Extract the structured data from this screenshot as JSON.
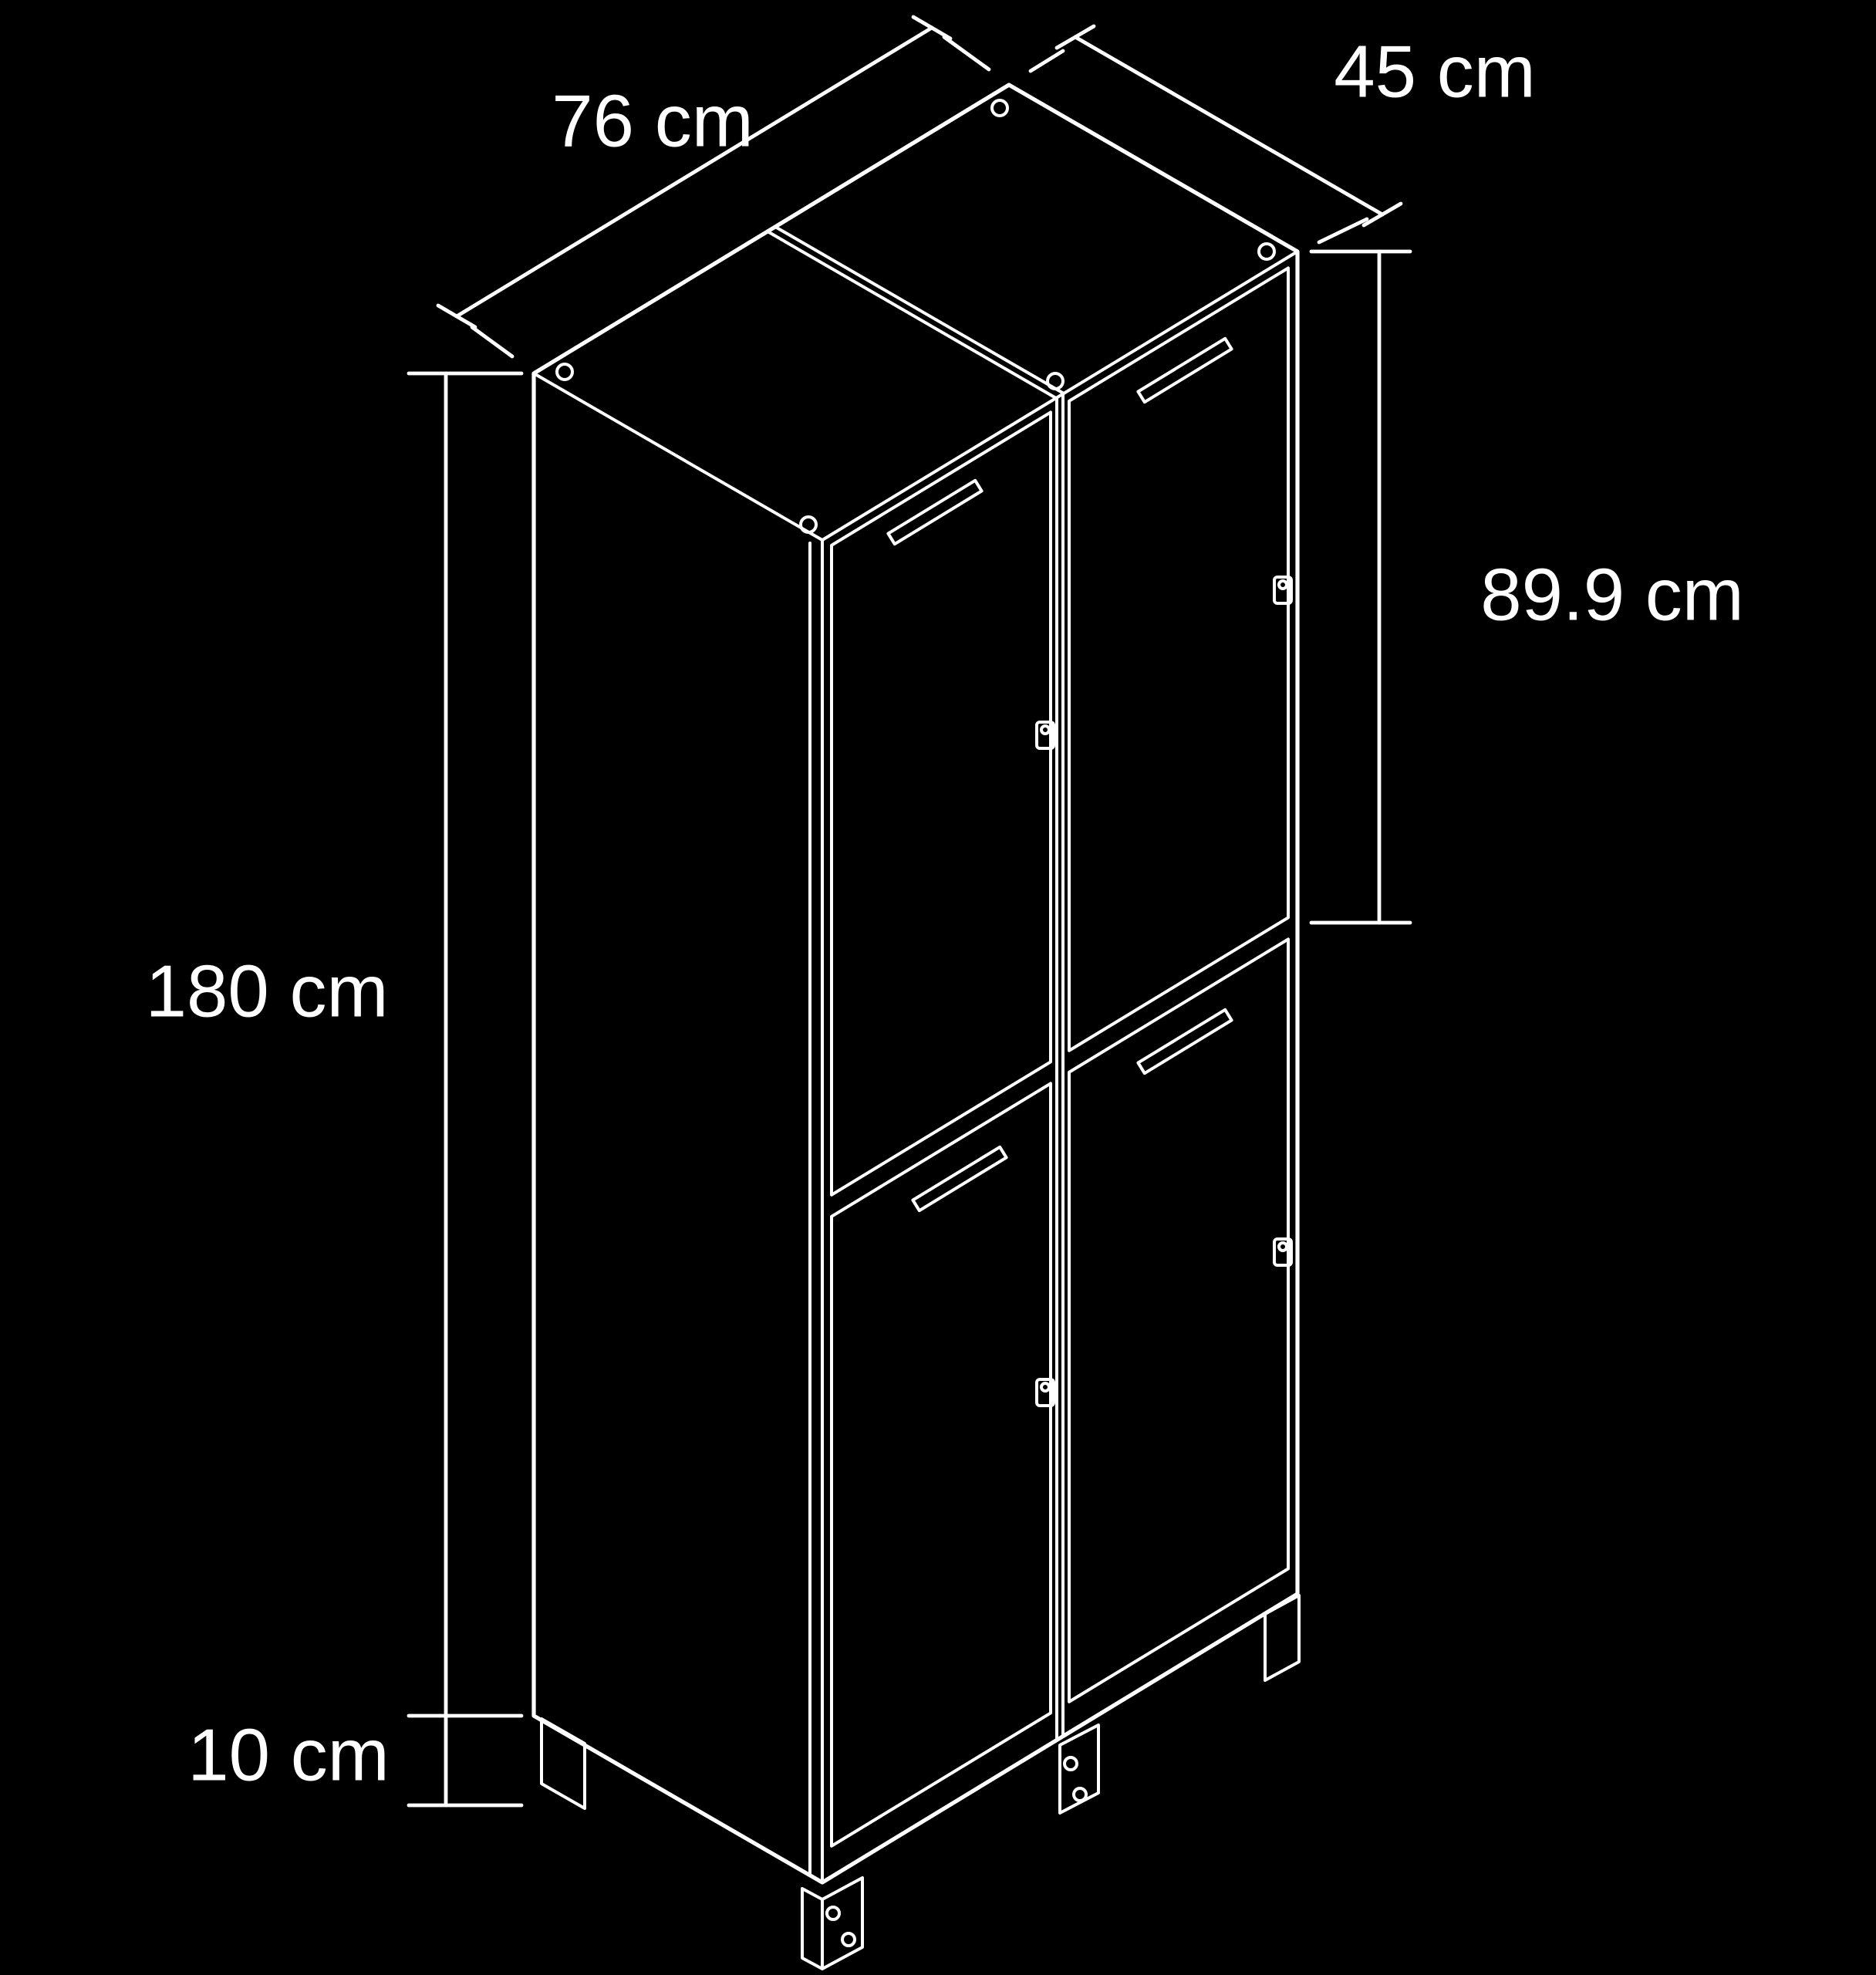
{
  "page": {
    "background_color": "#000000",
    "line_color": "#ffffff"
  },
  "diagram": {
    "type": "isometric dimension drawing",
    "subject": "four-door locker cabinet",
    "dimensions": {
      "width": {
        "label": "76 cm",
        "value": 76,
        "unit": "cm"
      },
      "depth": {
        "label": "45 cm",
        "value": 45,
        "unit": "cm"
      },
      "door_height": {
        "label": "89.9 cm",
        "value": 89.9,
        "unit": "cm"
      },
      "body_height": {
        "label": "180 cm",
        "value": 180,
        "unit": "cm"
      },
      "leg_height": {
        "label": "10 cm",
        "value": 10,
        "unit": "cm"
      }
    }
  }
}
